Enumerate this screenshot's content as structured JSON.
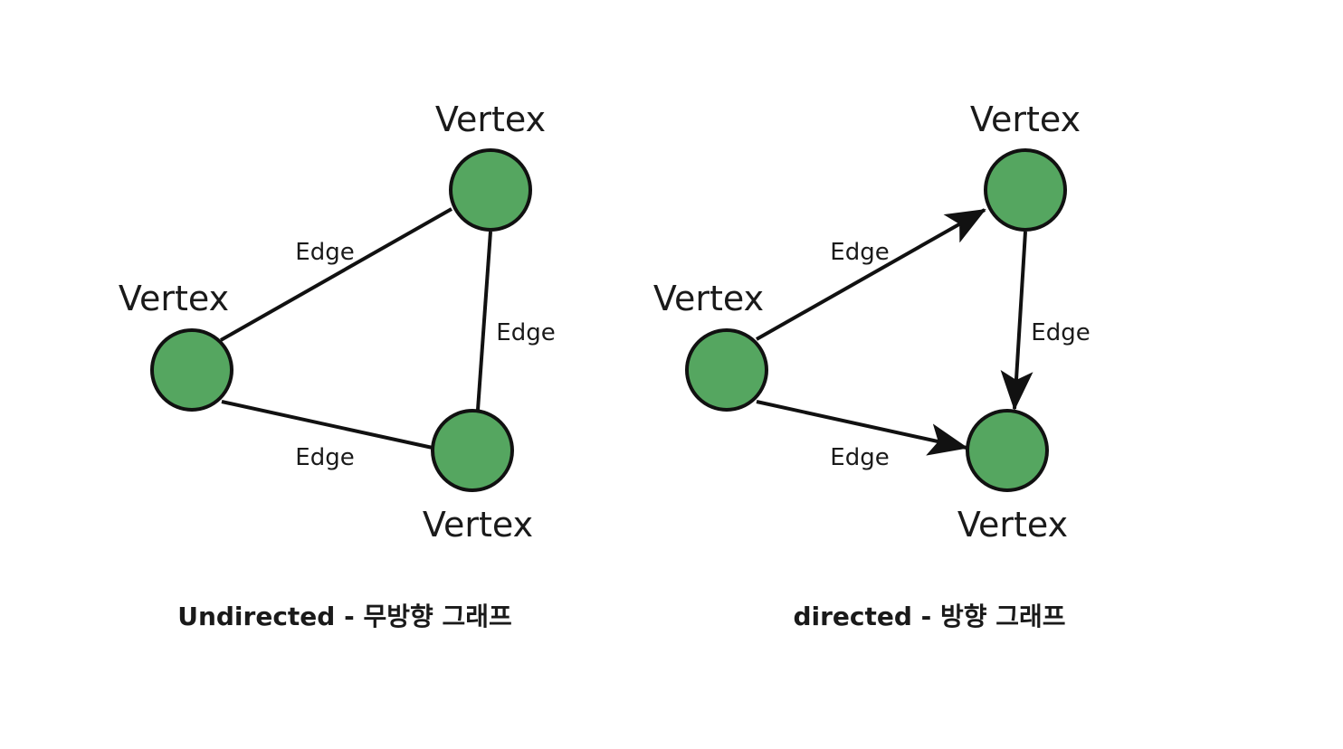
{
  "colors": {
    "node_fill": "#55a660",
    "line": "#111111",
    "background": "#ffffff"
  },
  "undirected": {
    "caption": "Undirected - 무방향 그래프",
    "vertex_labels": [
      "Vertex",
      "Vertex",
      "Vertex"
    ],
    "edge_labels": [
      "Edge",
      "Edge",
      "Edge"
    ]
  },
  "directed": {
    "caption": "directed - 방향 그래프",
    "vertex_labels": [
      "Vertex",
      "Vertex",
      "Vertex"
    ],
    "edge_labels": [
      "Edge",
      "Edge",
      "Edge"
    ]
  }
}
